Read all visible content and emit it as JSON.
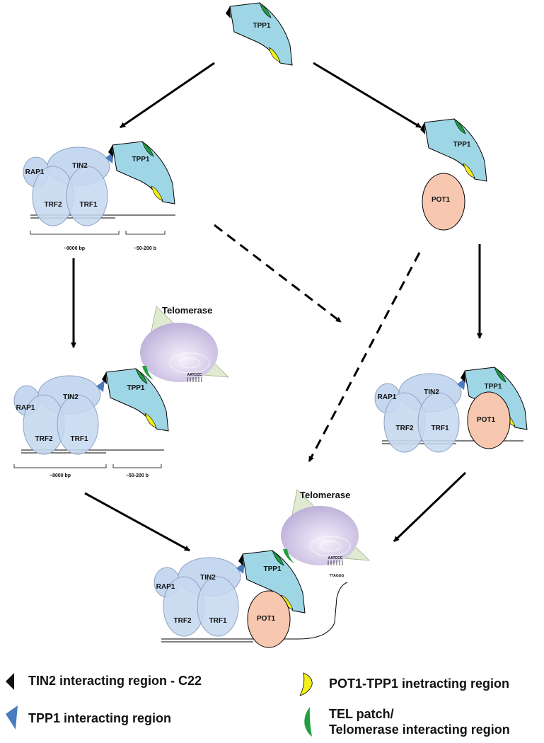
{
  "labels": {
    "tpp1": "TPP1",
    "tin2": "TIN2",
    "rap1": "RAP1",
    "trf1": "TRF1",
    "trf2": "TRF2",
    "pot1": "POT1",
    "telomerase": "Telomerase",
    "duplex_length": "~8000 bp",
    "overhang_length": "~50-200 b",
    "rna_template": "AATCCC",
    "dna_product": "TTAGGG"
  },
  "legend": {
    "tin2_region": "TIN2 interacting region - C22",
    "tpp1_region": "TPP1 interacting region",
    "pot1_tpp1_region": "POT1-TPP1 inetracting region",
    "tel_patch_line1": "TEL patch/",
    "tel_patch_line2": "Telomerase interacting region"
  },
  "colors": {
    "shelterin_blue": "#c6d8f0",
    "tpp1_cyan": "#9fd6e6",
    "pot1_salmon": "#f7c7b0",
    "telomerase_purple": "#c9bfe0",
    "telomerase_cone": "#dfead0",
    "tin2_marker": "#111111",
    "tpp1_marker": "#4a7bbf",
    "pot1_marker": "#f2ef1a",
    "tel_patch": "#1fa040"
  }
}
